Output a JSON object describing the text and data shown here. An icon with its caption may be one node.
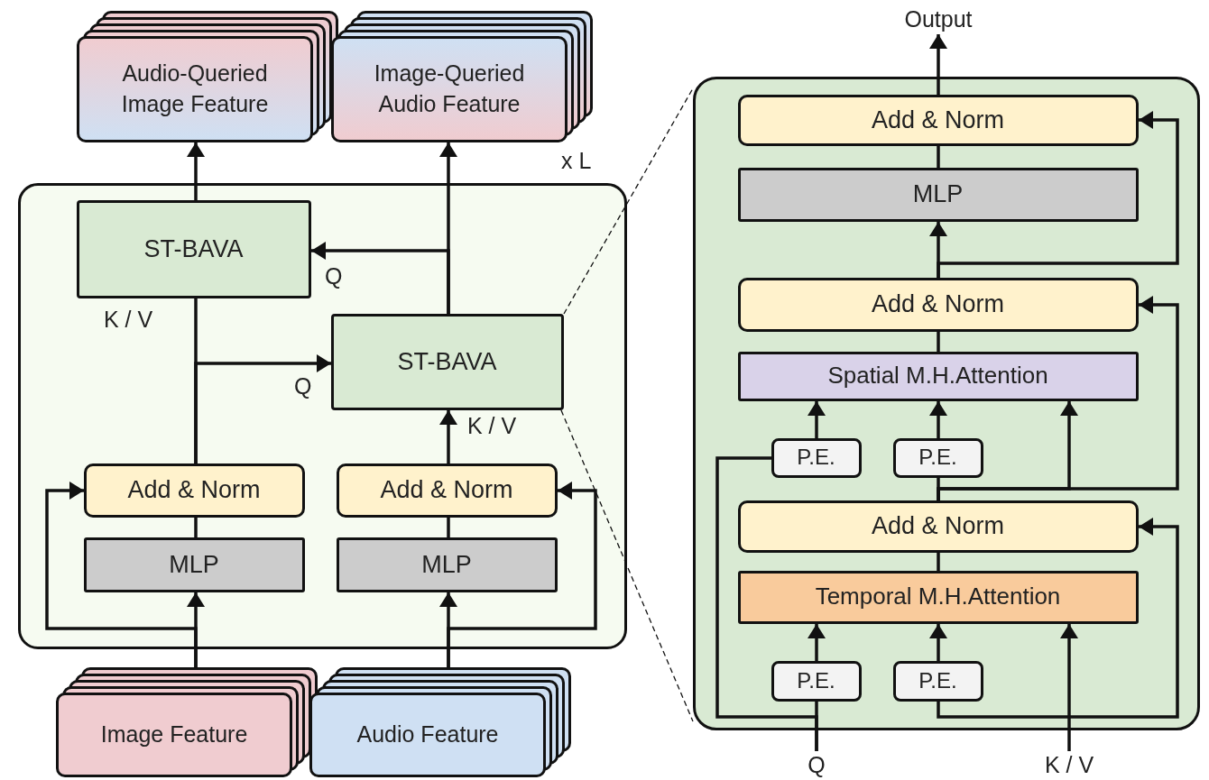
{
  "diagram": {
    "nodes": [
      {
        "text": [
          "Audio-Queried Image Feature"
        ]
      },
      {
        "text": [
          "Image-Queried Audio Feature"
        ]
      },
      {
        "text": [],
        "shape": "box",
        "beside": [
          "x L"
        ]
      },
      {
        "text": [
          "ST-BAVA"
        ],
        "in": 2
      },
      {
        "text": [
          "ST-BAVA"
        ],
        "in": 2
      },
      {
        "text": [
          "Add & Norm"
        ],
        "in": 2
      },
      {
        "text": [
          "Add & Norm"
        ],
        "in": 2
      },
      {
        "text": [
          "MLP"
        ],
        "in": 2
      },
      {
        "text": [
          "MLP"
        ],
        "in": 2
      },
      {
        "text": [
          "Image Feature"
        ]
      },
      {
        "text": [
          "Audio Feature"
        ]
      },
      {
        "text": [
          "Output"
        ]
      },
      {
        "text": [],
        "shape": "box"
      },
      {
        "text": [
          "Add & Norm"
        ],
        "in": 12
      },
      {
        "text": [
          "MLP"
        ],
        "in": 12
      },
      {
        "text": [
          "Add & Norm"
        ],
        "in": 12
      },
      {
        "text": [
          "Spatial M.H.Attention"
        ],
        "in": 12
      },
      {
        "text": [
          "P.E."
        ],
        "in": 12
      },
      {
        "text": [
          "P.E."
        ],
        "in": 12
      },
      {
        "text": [
          "Add & Norm"
        ],
        "in": 12
      },
      {
        "text": [
          "Temporal M.H.Attention"
        ],
        "in": 12
      },
      {
        "text": [
          "P.E."
        ],
        "in": 12
      },
      {
        "text": [
          "P.E."
        ],
        "in": 12
      },
      {
        "text": [
          "Q"
        ]
      },
      {
        "text": [
          "K / V"
        ]
      }
    ],
    "edges": [
      {
        "from": 3,
        "to": 0,
        "arrow": "to"
      },
      {
        "from": 4,
        "to": 1,
        "arrow": "to"
      },
      {
        "from": 4,
        "to": 3,
        "arrow": "to",
        "label": "Q"
      },
      {
        "from": 5,
        "to": 3,
        "arrow": "none",
        "label": "K / V"
      },
      {
        "from": 5,
        "to": 4,
        "arrow": "to",
        "label": "Q"
      },
      {
        "from": 6,
        "to": 4,
        "arrow": "to",
        "label": "K / V"
      },
      {
        "from": 7,
        "to": 5,
        "arrow": "none"
      },
      {
        "from": 8,
        "to": 6,
        "arrow": "none"
      },
      {
        "from": 9,
        "to": 7,
        "arrow": "to"
      },
      {
        "from": 9,
        "to": 5,
        "arrow": "to"
      },
      {
        "from": 10,
        "to": 8,
        "arrow": "to"
      },
      {
        "from": 10,
        "to": 6,
        "arrow": "to"
      },
      {
        "from": 4,
        "to": 12,
        "arrow": "none",
        "style": "dashed"
      },
      {
        "from": 4,
        "to": 12,
        "arrow": "none",
        "style": "dashed"
      },
      {
        "from": 13,
        "to": 11,
        "arrow": "to"
      },
      {
        "from": 14,
        "to": 13,
        "arrow": "none"
      },
      {
        "from": 15,
        "to": 14,
        "arrow": "to"
      },
      {
        "from": 15,
        "to": 13,
        "arrow": "to"
      },
      {
        "from": 16,
        "to": 15,
        "arrow": "none"
      },
      {
        "from": 17,
        "to": 16,
        "arrow": "to"
      },
      {
        "from": 18,
        "to": 16,
        "arrow": "to"
      },
      {
        "from": 19,
        "to": 18,
        "arrow": "none"
      },
      {
        "from": 19,
        "to": 16,
        "arrow": "to"
      },
      {
        "from": 19,
        "to": 15,
        "arrow": "to"
      },
      {
        "from": 20,
        "to": 19,
        "arrow": "none"
      },
      {
        "from": 21,
        "to": 20,
        "arrow": "to"
      },
      {
        "from": 22,
        "to": 20,
        "arrow": "to"
      },
      {
        "from": 23,
        "to": 21,
        "arrow": "none"
      },
      {
        "from": 23,
        "to": 17,
        "arrow": "none"
      },
      {
        "from": 22,
        "to": 19,
        "arrow": "to"
      },
      {
        "from": 24,
        "to": 20,
        "arrow": "to"
      }
    ]
  }
}
